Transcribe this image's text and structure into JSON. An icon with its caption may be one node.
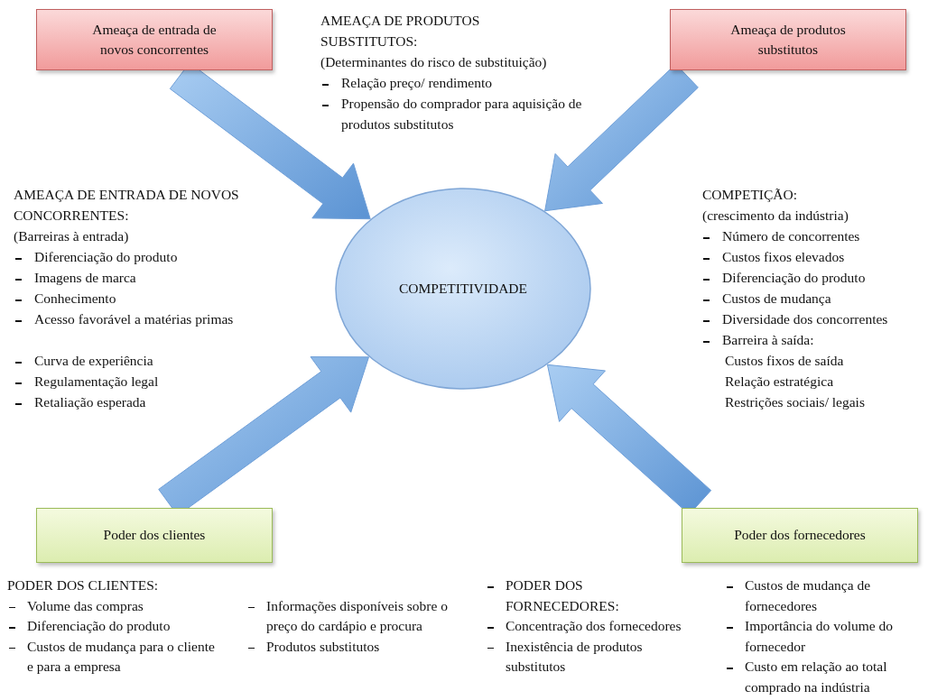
{
  "diagram": {
    "nodes": [
      {
        "text": [
          "Ameaça de entrada de novos concorrentes"
        ]
      },
      {
        "text": [
          "Ameaça de produtos substitutos"
        ]
      },
      {
        "text": [
          "COMPETITIVIDADE"
        ]
      },
      {
        "text": [
          "Poder dos clientes"
        ]
      },
      {
        "text": [
          "Poder dos fornecedores"
        ]
      }
    ],
    "edges": [
      {
        "from": 0,
        "to": 2,
        "arrow": "to"
      },
      {
        "from": 1,
        "to": 2,
        "arrow": "to"
      },
      {
        "from": 3,
        "to": 2,
        "arrow": "to"
      },
      {
        "from": 4,
        "to": 2,
        "arrow": "to"
      }
    ],
    "labels": [
      "AMEAÇA DE PRODUTOS SUBSTITUTOS:",
      "(Determinantes do risco de substituição)",
      "Relação preço/ rendimento",
      "Propensão do comprador para aquisição de produtos substitutos",
      "AMEAÇA DE ENTRADA DE NOVOS CONCORRENTES:",
      "(Barreiras à entrada)",
      "Diferenciação do produto",
      "Imagens de marca",
      "Conhecimento",
      "Acesso favorável a matérias primas",
      "Curva de experiência",
      "Regulamentação legal",
      "Retaliação esperada",
      "COMPETIÇÃO:",
      "(crescimento da indústria)",
      "Número de concorrentes",
      "Custos fixos elevados",
      "Diferenciação do produto",
      "Custos de mudança",
      "Diversidade dos concorrentes",
      "Barreira à saída:",
      "Custos fixos de saída",
      "Relação estratégica",
      "Restrições sociais/ legais",
      "PODER DOS CLIENTES:",
      "Volume das compras",
      "Diferenciação do produto",
      "Custos de mudança para o cliente e para a empresa",
      "Informações disponíveis sobre o preço do cardápio e procura",
      "Produtos substitutos",
      "PODER DOS FORNECEDORES:",
      "Concentração dos fornecedores",
      "Inexistência de produtos substitutos",
      "Custos de mudança de fornecedores",
      "Importância do volume do fornecedor",
      "Custo em relação ao total comprado na indústria"
    ]
  }
}
